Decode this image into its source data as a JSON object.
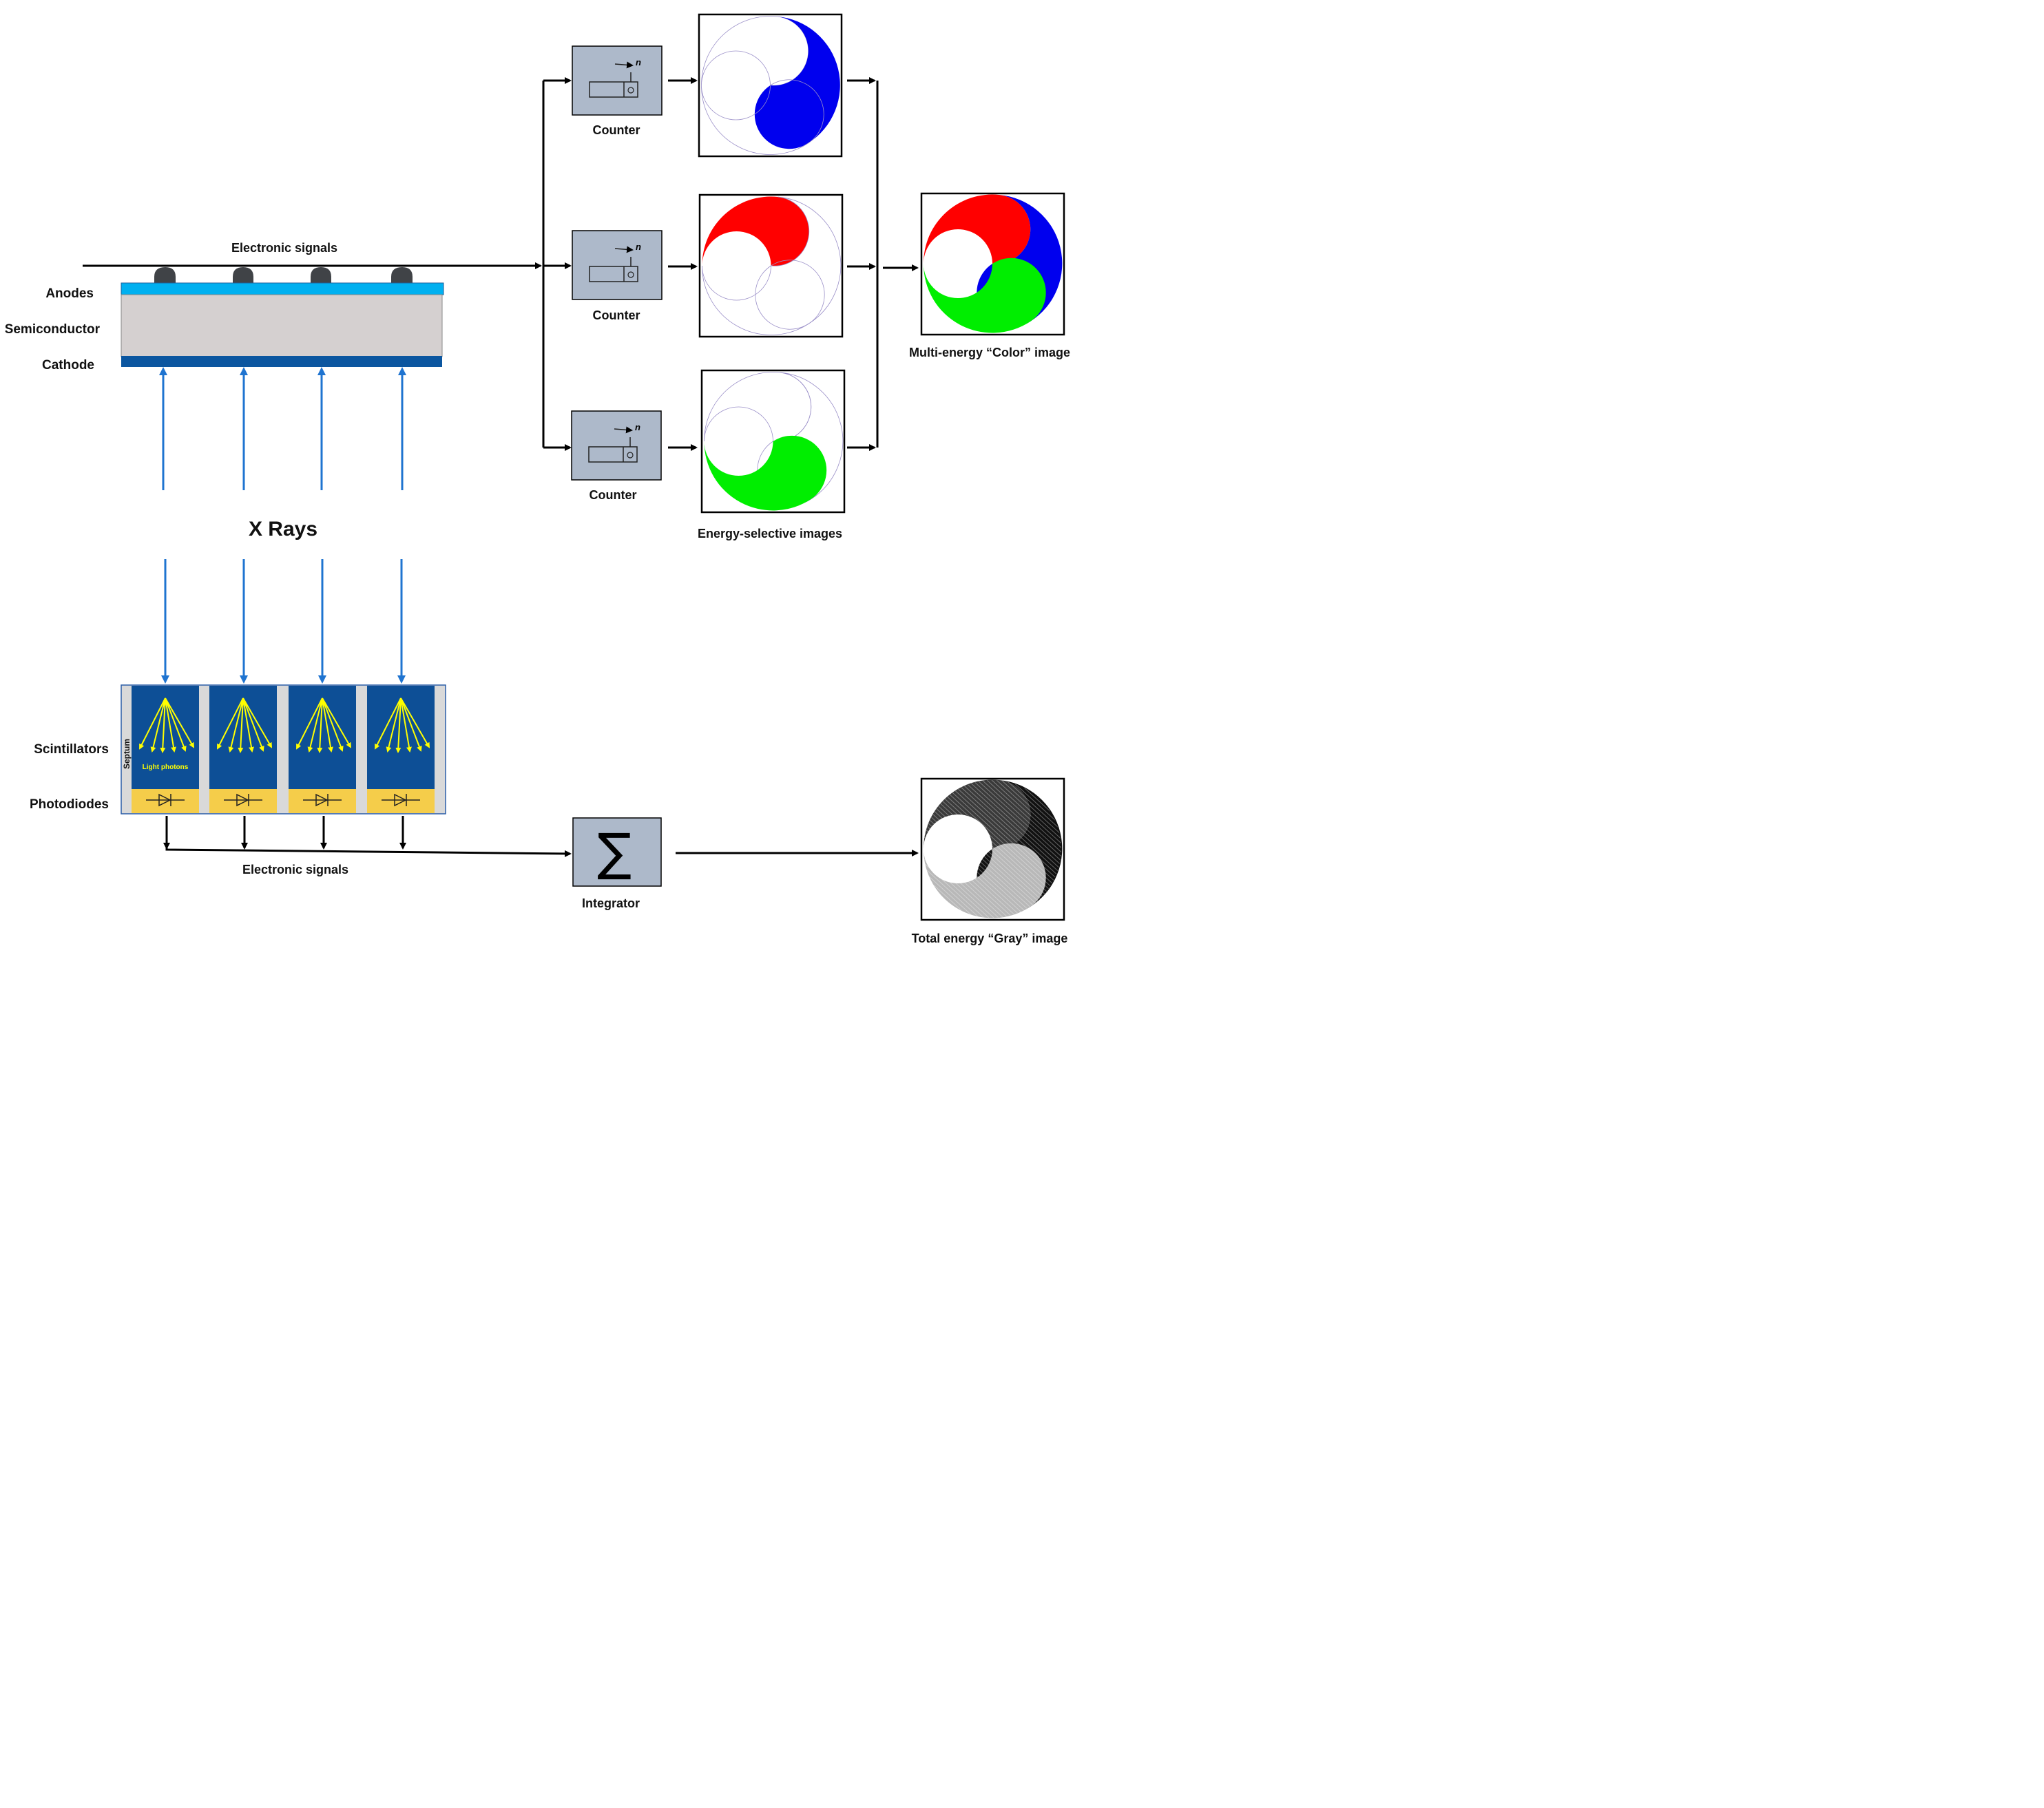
{
  "detectors": {
    "top": {
      "signal_label": "Electronic signals",
      "layer_labels": {
        "anodes": "Anodes",
        "semiconductor": "Semiconductor",
        "cathode": "Cathode"
      }
    },
    "bottom": {
      "signal_label": "Electronic signals",
      "layer_labels": {
        "scintillators": "Scintillators",
        "photodiodes": "Photodiodes"
      },
      "septum_label": "Septum",
      "light_label": "Light photons"
    }
  },
  "xray_label": "X Rays",
  "counters": [
    {
      "label": "Counter",
      "symbol": "n"
    },
    {
      "label": "Counter",
      "symbol": "n"
    },
    {
      "label": "Counter",
      "symbol": "n"
    }
  ],
  "energy_images_caption": "Energy-selective images",
  "color_image_caption": "Multi-energy “Color” image",
  "integrator": {
    "label": "Integrator",
    "symbol": "∑"
  },
  "gray_image_caption": "Total energy “Gray” image",
  "colors": {
    "anode": "#00b0f0",
    "semiconductor": "#d5d0d0",
    "cathode": "#0b56a0",
    "scintillator": "#0d4f96",
    "photodiode": "#f5cd4a",
    "light_photons": "#ffff00",
    "counter_box": "#adb9ca",
    "red": "#ff0000",
    "green": "#00ee00",
    "blue": "#0000ee"
  }
}
